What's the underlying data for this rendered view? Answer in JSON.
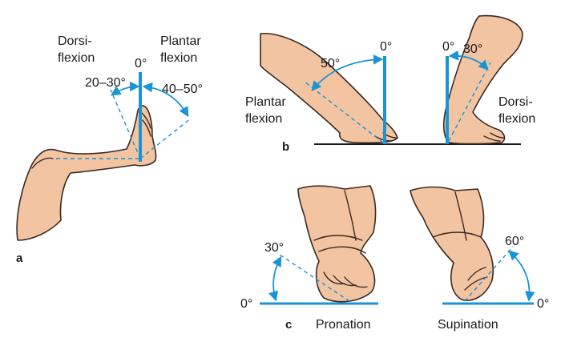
{
  "panels": {
    "a": {
      "panel_label": "a",
      "dorsiflexion_label_line1": "Dorsi-",
      "dorsiflexion_label_line2": "flexion",
      "plantarflexion_label_line1": "Plantar",
      "plantarflexion_label_line2": "flexion",
      "zero_label": "0°",
      "dorsiflexion_range": "20–30°",
      "plantarflexion_range": "40–50°"
    },
    "b": {
      "panel_label": "b",
      "zero_label_left": "0°",
      "plantarflexion_angle": "50°",
      "plantarflexion_label_line1": "Plantar",
      "plantarflexion_label_line2": "flexion",
      "zero_label_right": "0°",
      "dorsiflexion_angle": "30°",
      "dorsiflexion_label_line1": "Dorsi-",
      "dorsiflexion_label_line2": "flexion"
    },
    "c": {
      "panel_label": "c",
      "pronation_angle": "30°",
      "pronation_zero": "0°",
      "pronation_label": "Pronation",
      "supination_angle": "60°",
      "supination_zero": "0°",
      "supination_label": "Supination"
    }
  },
  "colors": {
    "axis_blue": "#1a94d4",
    "skin": "#f2c4a2",
    "outline": "#3a2a22"
  }
}
